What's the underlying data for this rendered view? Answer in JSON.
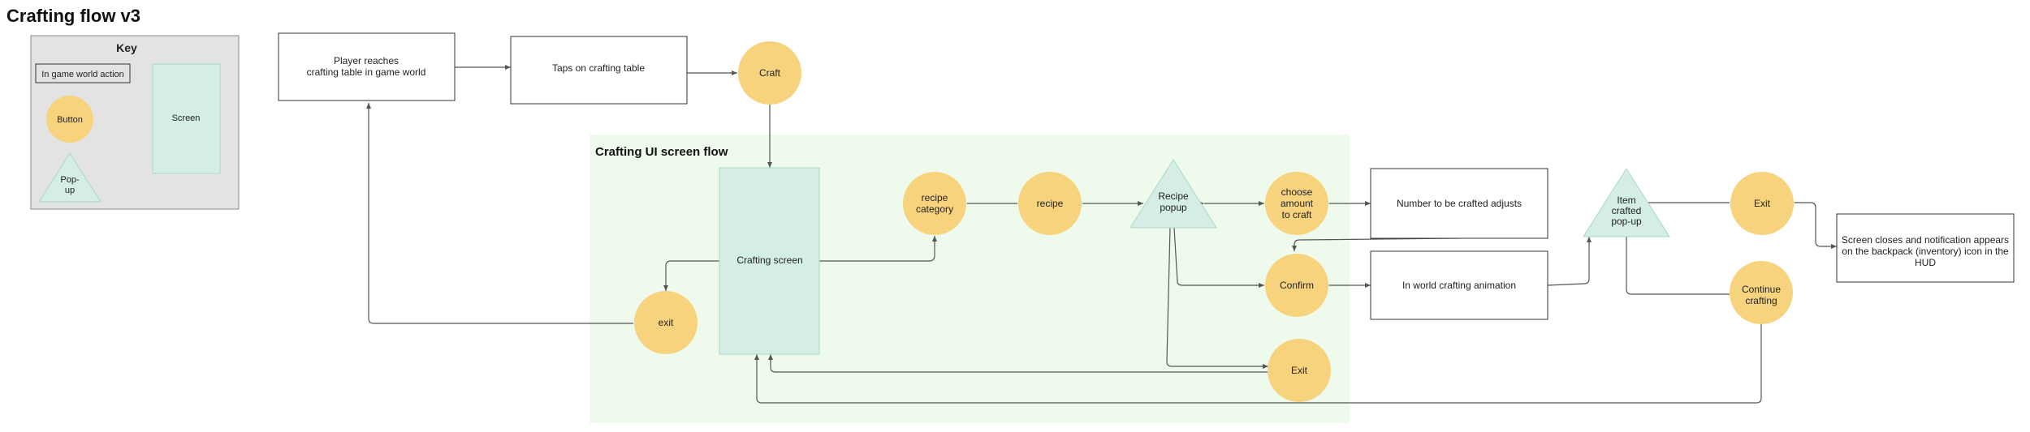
{
  "title": "Crafting flow v3",
  "key": {
    "heading": "Key",
    "world_action": "In game world action",
    "screen": "Screen",
    "button": "Button",
    "popup_line1": "Pop-",
    "popup_line2": "up"
  },
  "region_title": "Crafting UI screen flow",
  "nodes": {
    "reach_table_l1": "Player reaches",
    "reach_table_l2": "crafting table in game world",
    "taps_table": "Taps on crafting table",
    "craft": "Craft",
    "crafting_screen": "Crafting screen",
    "exit_small": "exit",
    "recipe_category_l1": "recipe",
    "recipe_category_l2": "category",
    "recipe": "recipe",
    "recipe_popup_l1": "Recipe",
    "recipe_popup_l2": "popup",
    "choose_amount_l1": "choose",
    "choose_amount_l2": "amount",
    "choose_amount_l3": "to craft",
    "number_adjusts": "Number to be crafted adjusts",
    "confirm": "Confirm",
    "crafting_animation": "In world crafting animation",
    "exit_popup": "Exit",
    "item_crafted_l1": "Item",
    "item_crafted_l2": "crafted",
    "item_crafted_l3": "pop-up",
    "exit_right": "Exit",
    "continue_l1": "Continue",
    "continue_l2": "crafting",
    "screen_closes_l1": "Screen closes and notification appears",
    "screen_closes_l2": "on the backpack (inventory) icon in the",
    "screen_closes_l3": "HUD"
  },
  "colors": {
    "button_fill": "#f7d37e",
    "screen_fill": "#d4ede5",
    "screen_stroke": "#a9d9c8",
    "region_fill": "#eefbec",
    "key_fill": "#e3e3e3",
    "connector": "#555555"
  }
}
